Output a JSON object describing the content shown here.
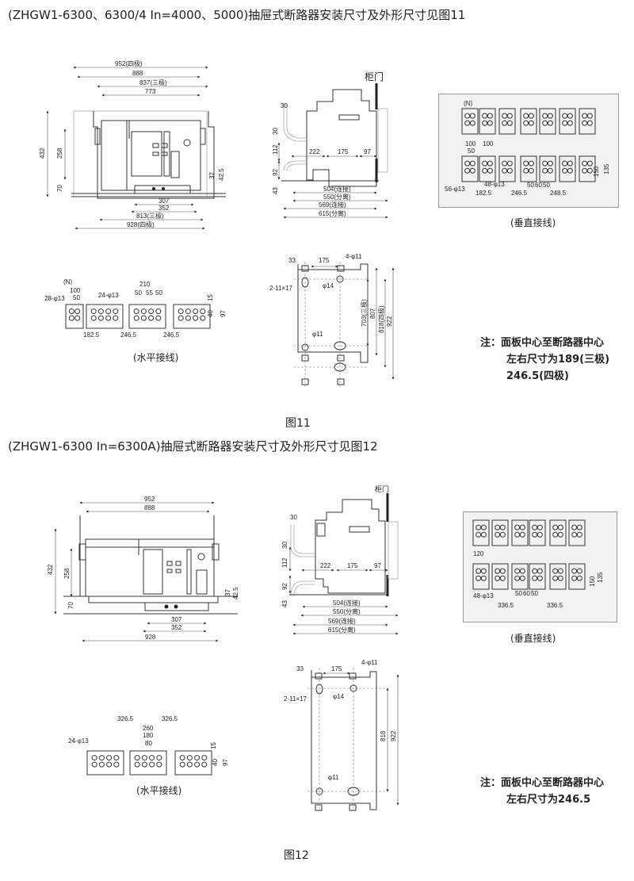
{
  "fig11": {
    "heading": "(ZHGW1-6300、6300/4 In=4000、5000)抽屉式断路器安装尺寸及外形尺寸见图11",
    "caption": "图11",
    "front": {
      "dims": [
        "952(四极)",
        "888",
        "837(三极)",
        "773",
        "432",
        "258",
        "70",
        "37",
        "42.5",
        "307",
        "352",
        "813(三极)",
        "928(四极)"
      ]
    },
    "side": {
      "door_label": "柜门",
      "dims": [
        "30",
        "30",
        "112",
        "92",
        "43",
        "222",
        "175",
        "97",
        "504(连接)",
        "550(分离)",
        "569(连接)",
        "615(分离)"
      ]
    },
    "vertical": {
      "label": "(垂直接线)",
      "dims": [
        "(N)",
        "100",
        "50",
        "100",
        "56-φ13",
        "48-φ13",
        "50",
        "60",
        "50",
        "182.5",
        "246.5",
        "248.5",
        "150",
        "135"
      ]
    },
    "horizontal": {
      "label": "(水平接线)",
      "dims": [
        "(N)",
        "100",
        "50",
        "28-φ13",
        "24-φ13",
        "210",
        "50",
        "55",
        "50",
        "15",
        "40",
        "97",
        "182.5",
        "246.5",
        "246.5"
      ]
    },
    "mount": {
      "dims": [
        "33",
        "175",
        "4-φ11",
        "2-11×17",
        "φ14",
        "φ11",
        "703(三极)",
        "807",
        "818(四极)",
        "922"
      ]
    },
    "note": {
      "line1": "注：面板中心至断路器中心",
      "line2": "左右尺寸为189(三极)",
      "line3": "246.5(四极)"
    }
  },
  "fig12": {
    "heading": "(ZHGW1-6300 In=6300A)抽屉式断路器安装尺寸及外形尺寸见图12",
    "caption": "图12",
    "front": {
      "dims": [
        "952",
        "888",
        "432",
        "258",
        "70",
        "37",
        "42.5",
        "307",
        "352",
        "928"
      ]
    },
    "side": {
      "door_label": "柜门",
      "dims": [
        "30",
        "30",
        "112",
        "92",
        "43",
        "222",
        "175",
        "97",
        "504(连接)",
        "550(分离)",
        "569(连接)",
        "615(分离)"
      ]
    },
    "vertical": {
      "label": "(垂直接线)",
      "dims": [
        "120",
        "48-φ13",
        "50",
        "60",
        "50",
        "336.5",
        "336.5",
        "150",
        "135"
      ]
    },
    "horizontal": {
      "label": "(水平接线)",
      "dims": [
        "326.5",
        "326.5",
        "260",
        "180",
        "80",
        "24-φ13",
        "15",
        "40",
        "97"
      ]
    },
    "mount": {
      "dims": [
        "33",
        "175",
        "4-φ11",
        "2-11×17",
        "φ14",
        "φ11",
        "818",
        "922"
      ]
    },
    "note": {
      "line1": "注：面板中心至断路器中心",
      "line2": "左右尺寸为246.5"
    }
  },
  "colors": {
    "line": "#333333",
    "panel_bg": "#f2f2f2",
    "panel_border": "#999999"
  }
}
